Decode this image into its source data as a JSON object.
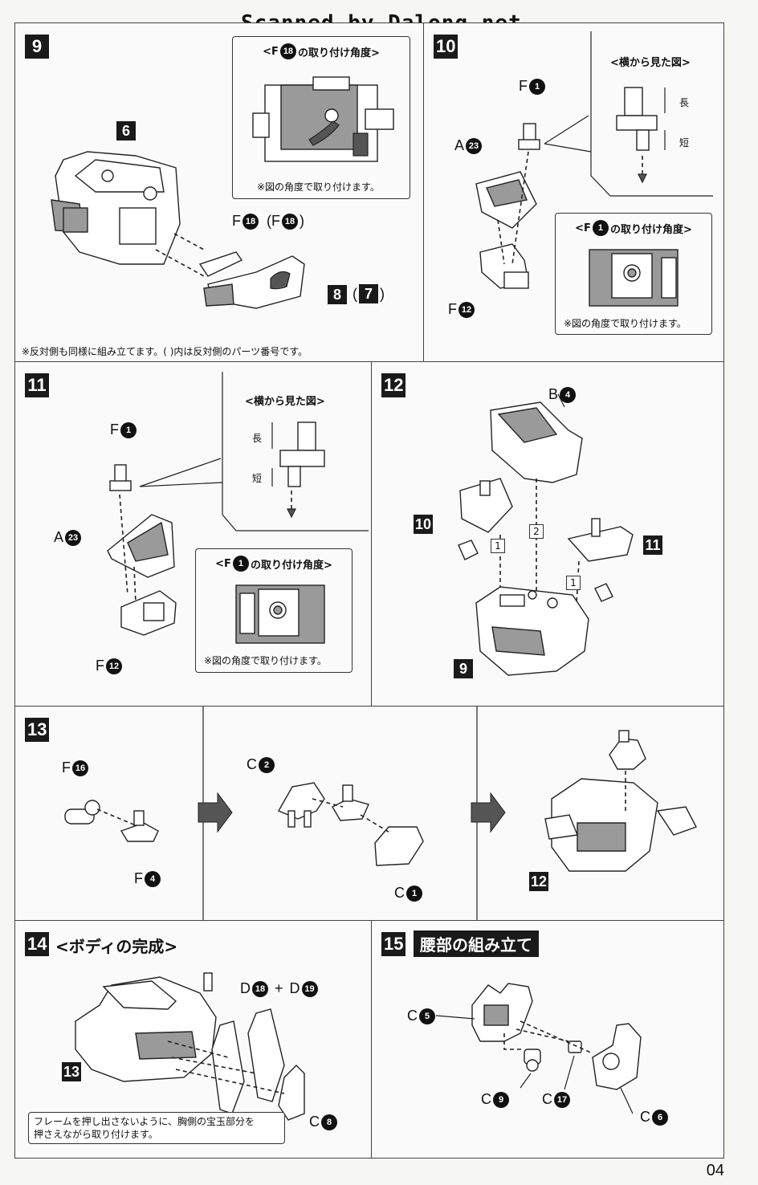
{
  "watermark": "Scanned by Dalong.net",
  "page_number": "04",
  "steps": {
    "s9": {
      "number": "9",
      "insert_title_prefix": "<F",
      "insert_title_part": "18",
      "insert_title_suffix": "の取り付け角度>",
      "insert_note": "※図の角度で取り付けます。",
      "ref_6": "6",
      "part_label": "F",
      "part_num": "18",
      "part_alt_open": "(F",
      "part_alt_num": "18",
      "part_alt_close": ")",
      "ref_8": "8",
      "ref_7_open": "(",
      "ref_7": "7",
      "ref_7_close": ")",
      "footnote": "※反対側も同様に組み立てます。( )内は反対側のパーツ番号です。"
    },
    "s10": {
      "number": "10",
      "side_view_title": "<横から見た図>",
      "long_label": "長",
      "short_label": "短",
      "f1_label": "F",
      "f1_num": "1",
      "a23_label": "A",
      "a23_num": "23",
      "f12_label": "F",
      "f12_num": "12",
      "insert_title_prefix": "<F",
      "insert_title_part": "1",
      "insert_title_suffix": "の取り付け角度>",
      "insert_note": "※図の角度で取り付けます。"
    },
    "s11": {
      "number": "11",
      "side_view_title": "<横から見た図>",
      "long_label": "長",
      "short_label": "短",
      "f1_label": "F",
      "f1_num": "1",
      "a23_label": "A",
      "a23_num": "23",
      "f12_label": "F",
      "f12_num": "12",
      "insert_title_prefix": "<F",
      "insert_title_part": "1",
      "insert_title_suffix": "の取り付け角度>",
      "insert_note": "※図の角度で取り付けます。"
    },
    "s12": {
      "number": "12",
      "b4_label": "B",
      "b4_num": "4",
      "ref_10": "10",
      "ref_11": "11",
      "ref_9": "9",
      "seq1a": "1",
      "seq2": "2",
      "seq1b": "1"
    },
    "s13": {
      "number": "13",
      "f16_label": "F",
      "f16_num": "16",
      "f4_label": "F",
      "f4_num": "4",
      "c2_label": "C",
      "c2_num": "2",
      "c1_label": "C",
      "c1_num": "1",
      "ref_12": "12"
    },
    "s14": {
      "number": "14",
      "title": "<ボディの完成>",
      "d18_label": "D",
      "d18_num": "18",
      "plus": "+",
      "d19_label": "D",
      "d19_num": "19",
      "ref_13": "13",
      "c8_label": "C",
      "c8_num": "8",
      "note_line1": "フレームを押し出さないように、胸側の宝玉部分を",
      "note_line2": "押さえながら取り付けます。"
    },
    "s15": {
      "number": "15",
      "title": "腰部の組み立て",
      "c5_label": "C",
      "c5_num": "5",
      "c9_label": "C",
      "c9_num": "9",
      "c17_label": "C",
      "c17_num": "17",
      "c6_label": "C",
      "c6_num": "6"
    }
  }
}
